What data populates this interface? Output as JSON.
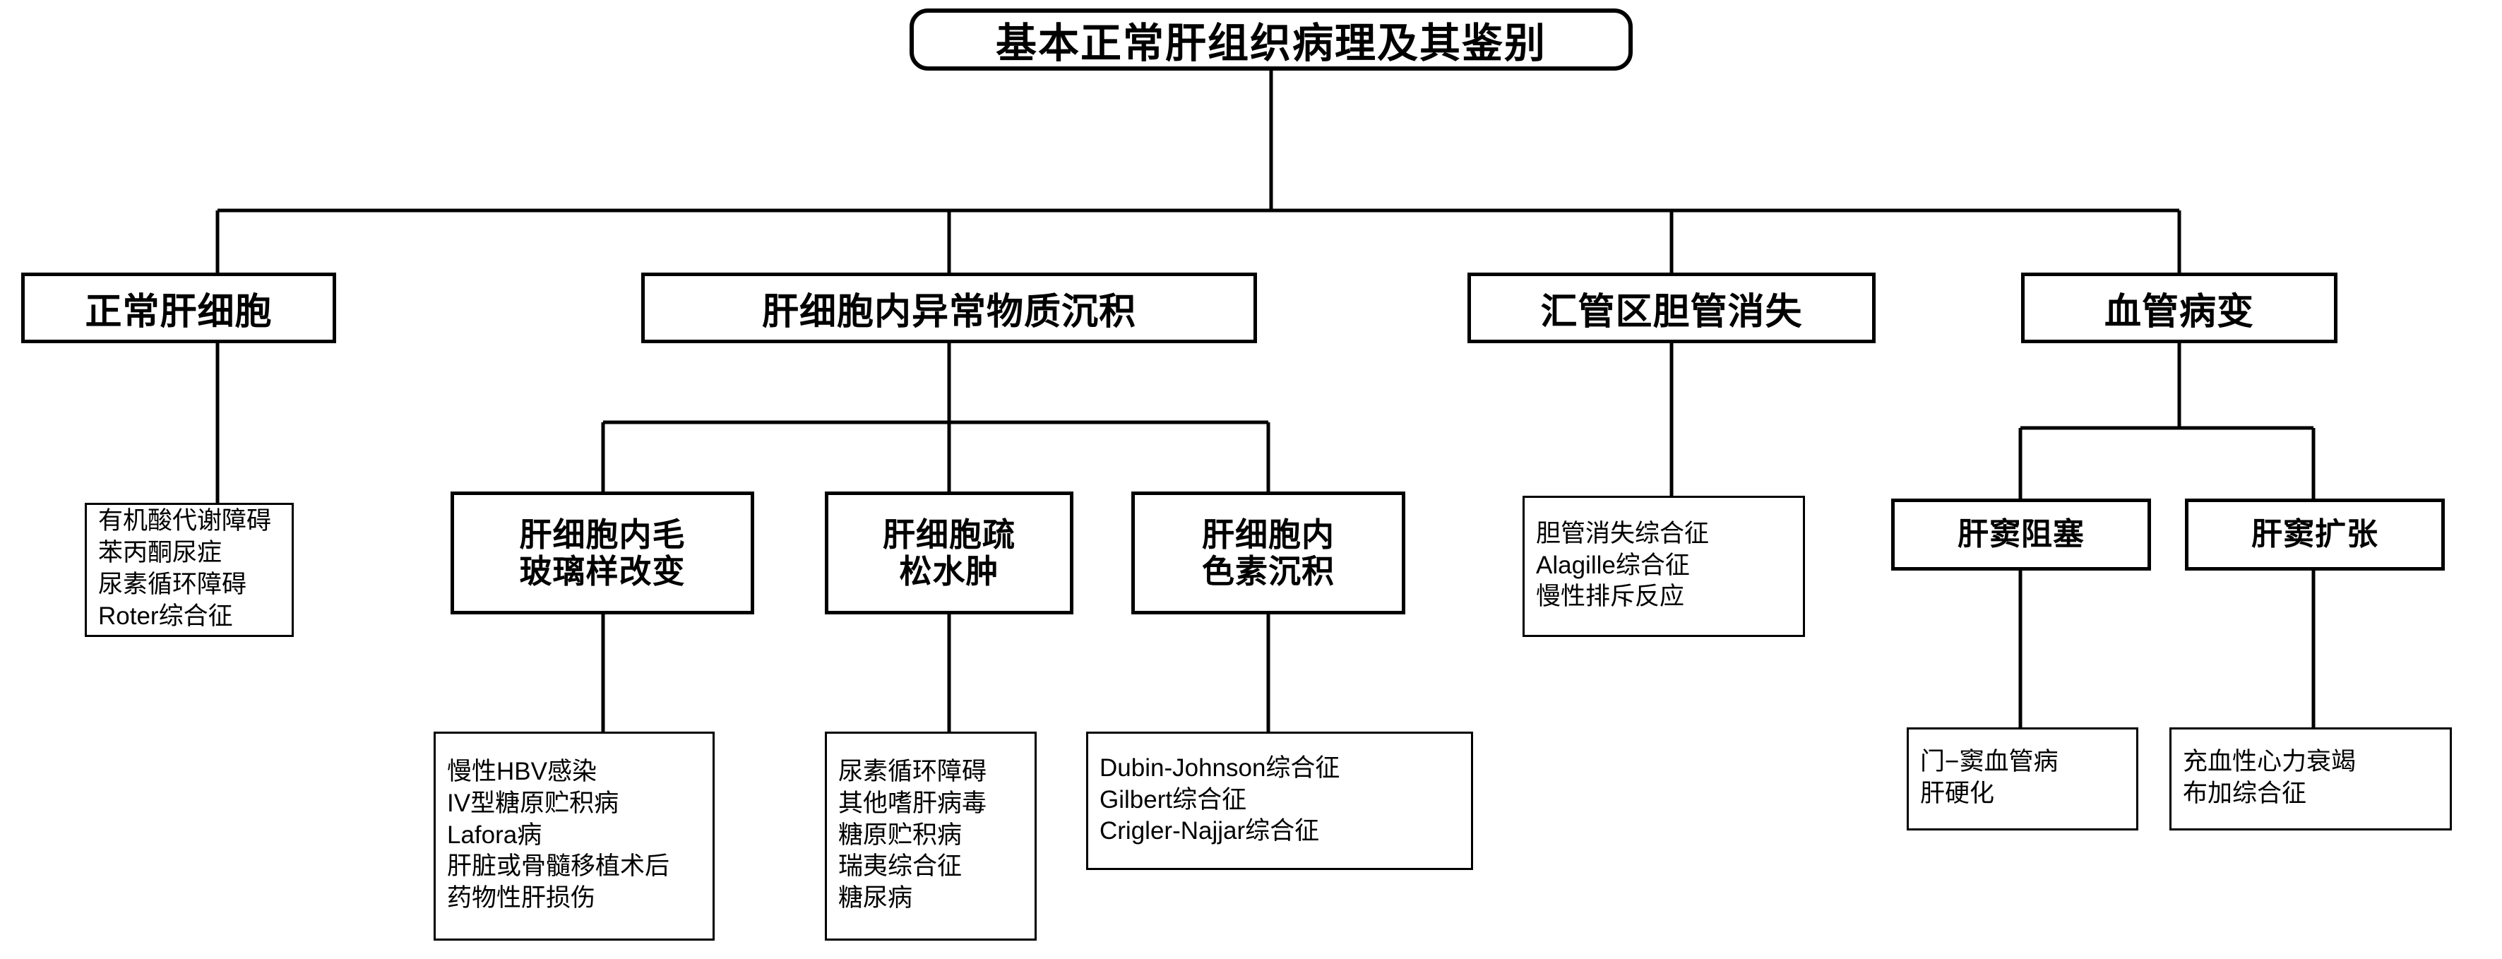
{
  "diagram": {
    "title": "基本正常肝组织病理及其鉴别",
    "colors": {
      "background": "#ffffff",
      "stroke": "#000000",
      "text": "#000000"
    },
    "root": {
      "label": "基本正常肝组织病理及其鉴别"
    },
    "branches": [
      {
        "id": "normal-hepatocyte",
        "label": "正常肝细胞",
        "leaf": {
          "id": "normal-hepatocyte-list",
          "items": [
            "有机酸代谢障碍",
            "苯丙酮尿症",
            "尿素循环障碍",
            "Roter综合征"
          ]
        }
      },
      {
        "id": "abnormal-deposition",
        "label": "肝细胞内异常物质沉积",
        "children": [
          {
            "id": "ground-glass-change",
            "label": "肝细胞内毛\n玻璃样改变",
            "leaf": {
              "id": "ground-glass-list",
              "items": [
                "慢性HBV感染",
                "IV型糖原贮积病",
                "Lafora病",
                "肝脏或骨髓移植术后",
                "药物性肝损伤"
              ]
            }
          },
          {
            "id": "hepatocyte-edema",
            "label": "肝细胞疏\n松水肿",
            "leaf": {
              "id": "hepatocyte-edema-list",
              "items": [
                "尿素循环障碍",
                "其他嗜肝病毒",
                "糖原贮积病",
                "瑞夷综合征",
                "糖尿病"
              ]
            }
          },
          {
            "id": "pigment-deposition",
            "label": "肝细胞内\n色素沉积",
            "leaf": {
              "id": "pigment-deposition-list",
              "items": [
                "Dubin-Johnson综合征",
                "Gilbert综合征",
                "Crigler-Najjar综合征"
              ]
            }
          }
        ]
      },
      {
        "id": "bile-duct-loss",
        "label": "汇管区胆管消失",
        "leaf": {
          "id": "bile-duct-loss-list",
          "items": [
            "胆管消失综合征",
            "Alagille综合征",
            "慢性排斥反应"
          ]
        }
      },
      {
        "id": "vascular-lesion",
        "label": "血管病变",
        "children": [
          {
            "id": "sinusoidal-obstruction",
            "label": "肝窦阻塞",
            "leaf": {
              "id": "sinusoidal-obstruction-list",
              "items": [
                "门−窦血管病",
                "肝硬化"
              ]
            }
          },
          {
            "id": "sinusoidal-dilatation",
            "label": "肝窦扩张",
            "leaf": {
              "id": "sinusoidal-dilatation-list",
              "items": [
                "充血性心力衰竭",
                "布加综合征"
              ]
            }
          }
        ]
      }
    ]
  }
}
